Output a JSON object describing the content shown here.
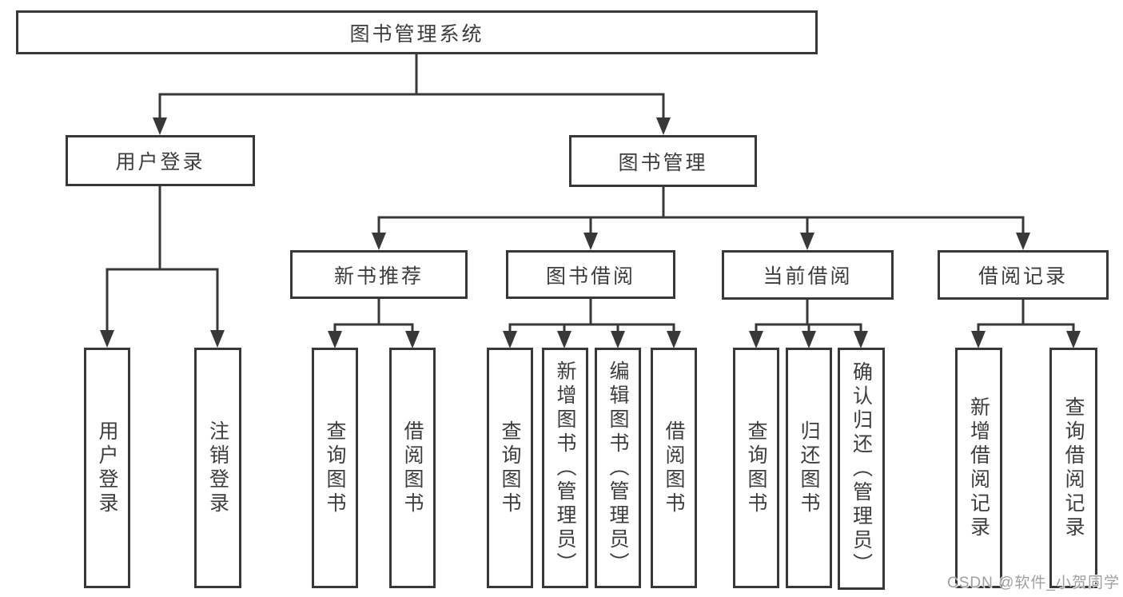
{
  "tree": {
    "root": "图书管理系统",
    "branches": [
      {
        "label": "用户登录",
        "children": [
          "用户登录",
          "注销登录"
        ]
      },
      {
        "label": "图书管理",
        "sections": [
          {
            "label": "新书推荐",
            "children": [
              "查询图书",
              "借阅图书"
            ]
          },
          {
            "label": "图书借阅",
            "children": [
              "查询图书",
              "新增图书（管理员）",
              "编辑图书（管理员）",
              "借阅图书"
            ]
          },
          {
            "label": "当前借阅",
            "children": [
              "查询图书",
              "归还图书",
              "确认归还（管理员）"
            ]
          },
          {
            "label": "借阅记录",
            "children": [
              "新增借阅记录",
              "查询借阅记录"
            ]
          }
        ]
      }
    ]
  },
  "watermark": "CSDN @软件_小贺同学",
  "colors": {
    "line": "#383838",
    "box_border": "#383838",
    "text": "#3d3d3d",
    "background": "#ffffff",
    "watermark": "#9f9f9f"
  }
}
